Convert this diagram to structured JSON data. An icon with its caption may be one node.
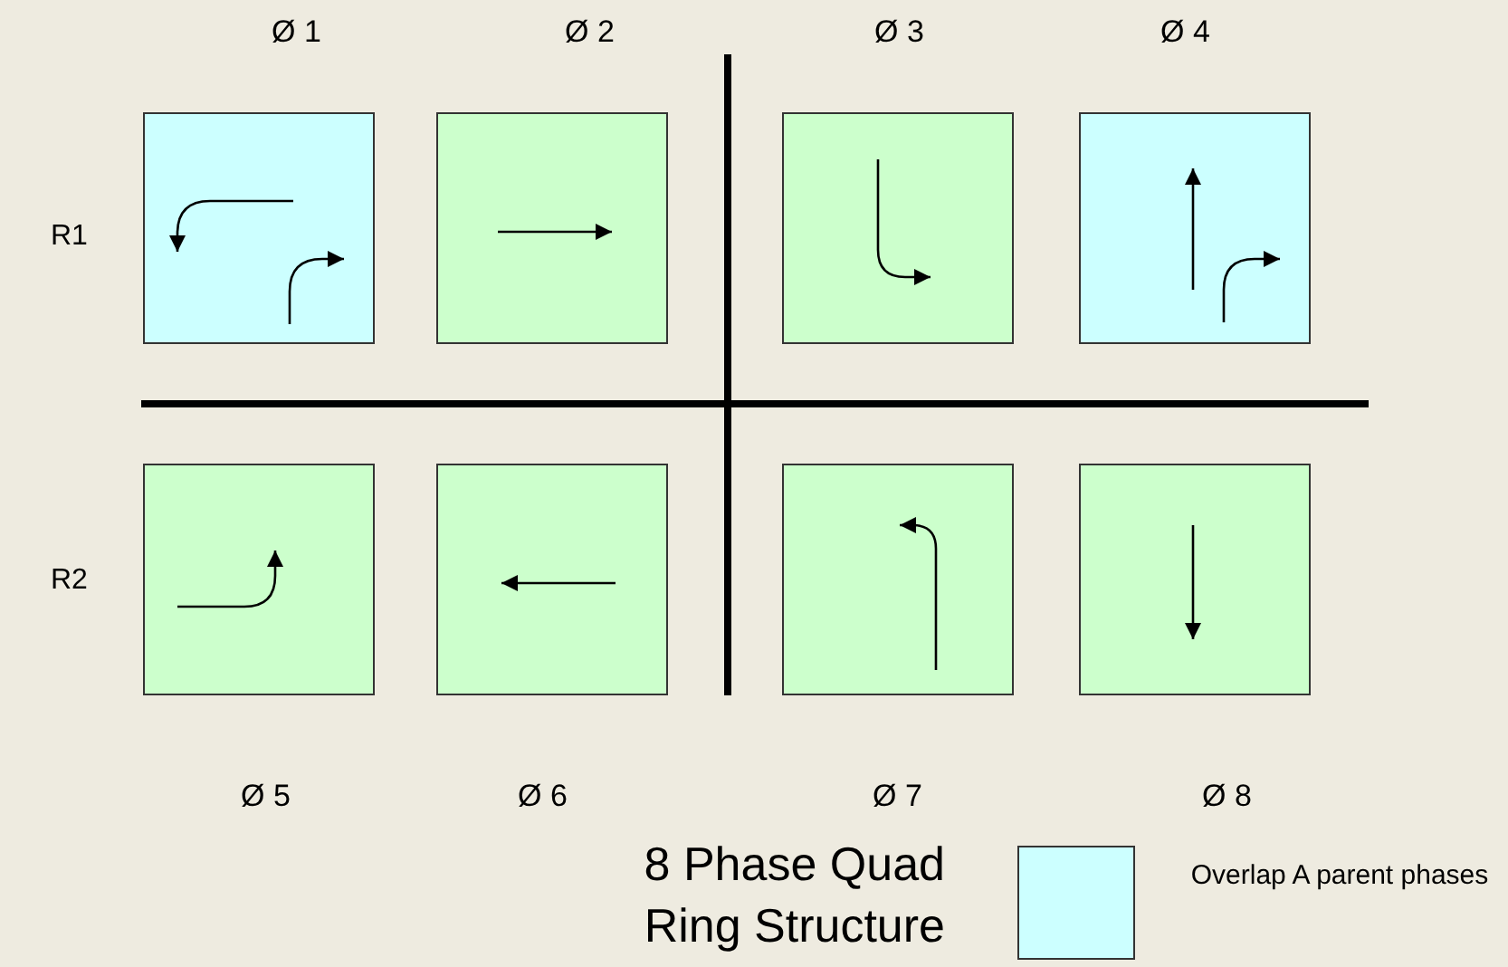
{
  "diagram": {
    "caption": "8 Phase Quad Ring Structure",
    "nodes": [
      {
        "text": [
          "Ø 1"
        ]
      },
      {
        "text": [
          "Ø 2"
        ]
      },
      {
        "text": [
          "Ø 3"
        ]
      },
      {
        "text": [
          "Ø 4"
        ]
      },
      {
        "text": [
          "Ø 5"
        ]
      },
      {
        "text": [
          "Ø 6"
        ]
      },
      {
        "text": [
          "Ø 7"
        ]
      },
      {
        "text": [
          "Ø 8"
        ]
      }
    ],
    "edges": [],
    "labels": [
      "R1",
      "R2"
    ],
    "legend": [
      {
        "text": "Overlap A parent phases",
        "color": "#ccffff"
      }
    ]
  }
}
